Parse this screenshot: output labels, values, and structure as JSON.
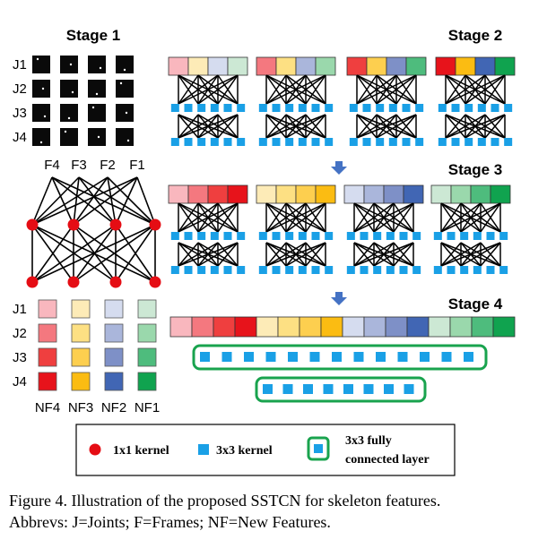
{
  "stage_titles": [
    "Stage 1",
    "Stage 2",
    "Stage 3",
    "Stage 4"
  ],
  "joint_labels": [
    "J1",
    "J2",
    "J3",
    "J4"
  ],
  "frame_labels": [
    "F4",
    "F3",
    "F2",
    "F1"
  ],
  "new_feature_labels": [
    "NF4",
    "NF3",
    "NF2",
    "NF1"
  ],
  "legend": {
    "kernel_1x1": "1x1 kernel",
    "kernel_3x3": "3x3 kernel",
    "fc_line1": "3x3 fully",
    "fc_line2": "connected layer"
  },
  "caption": {
    "line1": "Figure 4. Illustration of the proposed SSTCN for skeleton features.",
    "line2": "Abbrevs: J=Joints; F=Frames; NF=New Features."
  },
  "colors": {
    "feature_columns": [
      [
        "#f9b7be",
        "#f4787f",
        "#ef3f3f",
        "#e7131b"
      ],
      [
        "#fdebb7",
        "#fde083",
        "#fdcf4f",
        "#fbbc12"
      ],
      [
        "#d5dcef",
        "#aab6db",
        "#7e90c7",
        "#4166b4"
      ],
      [
        "#cce8d4",
        "#9ad8ac",
        "#4ebc7d",
        "#10a34f"
      ]
    ],
    "kernel_1x1": "#e50d14",
    "kernel_3x3": "#1aa0e6",
    "fc_border": "#19a34e",
    "arrow": "#4472c4"
  }
}
